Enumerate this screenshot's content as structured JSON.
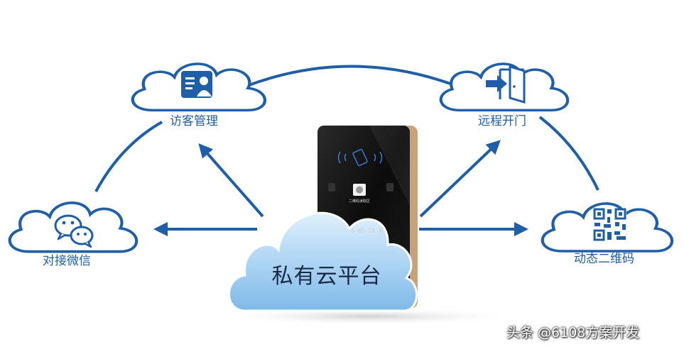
{
  "center": {
    "label": "私有云平台"
  },
  "nodes": {
    "visitor": {
      "label": "访客管理",
      "icon": "visitor-card-icon"
    },
    "remote_door": {
      "label": "远程开门",
      "icon": "door-enter-icon"
    },
    "wechat": {
      "label": "对接微信",
      "icon": "wechat-icon"
    },
    "qr": {
      "label": "动态二维码",
      "icon": "qr-code-icon"
    }
  },
  "device": {
    "qr_label": "二维码读取区",
    "date": "9-05-18 星"
  },
  "watermark": "头条 @6108方案开发",
  "colors": {
    "accent": "#1f5fa8",
    "cloud_stroke": "#1f5fa8",
    "center_cloud": "#a9d2f3",
    "device": "#111111",
    "device_trim": "#c9a27a"
  }
}
